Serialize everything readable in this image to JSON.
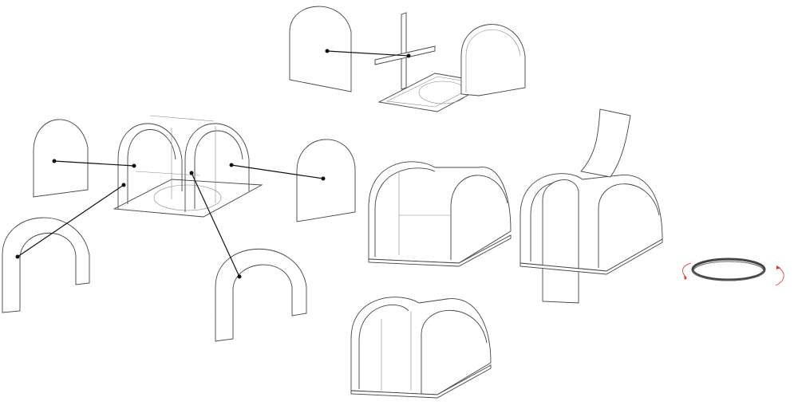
{
  "diagram": {
    "kind": "exploded assembly line drawing",
    "colors": {
      "line": "#444444",
      "leader": "#111111",
      "rotation_arrow": "#e03030",
      "ring": "#444444"
    },
    "parts": [
      "arch-end-panel",
      "arch-end-panel",
      "arch-end-panel",
      "arch-end-panel",
      "cross-brace",
      "base-with-arch",
      "frame-assembly",
      "arch-strip",
      "arch-strip",
      "covered-tunnel",
      "tunnel-with-flap",
      "tunnel-with-opening",
      "ring"
    ]
  }
}
